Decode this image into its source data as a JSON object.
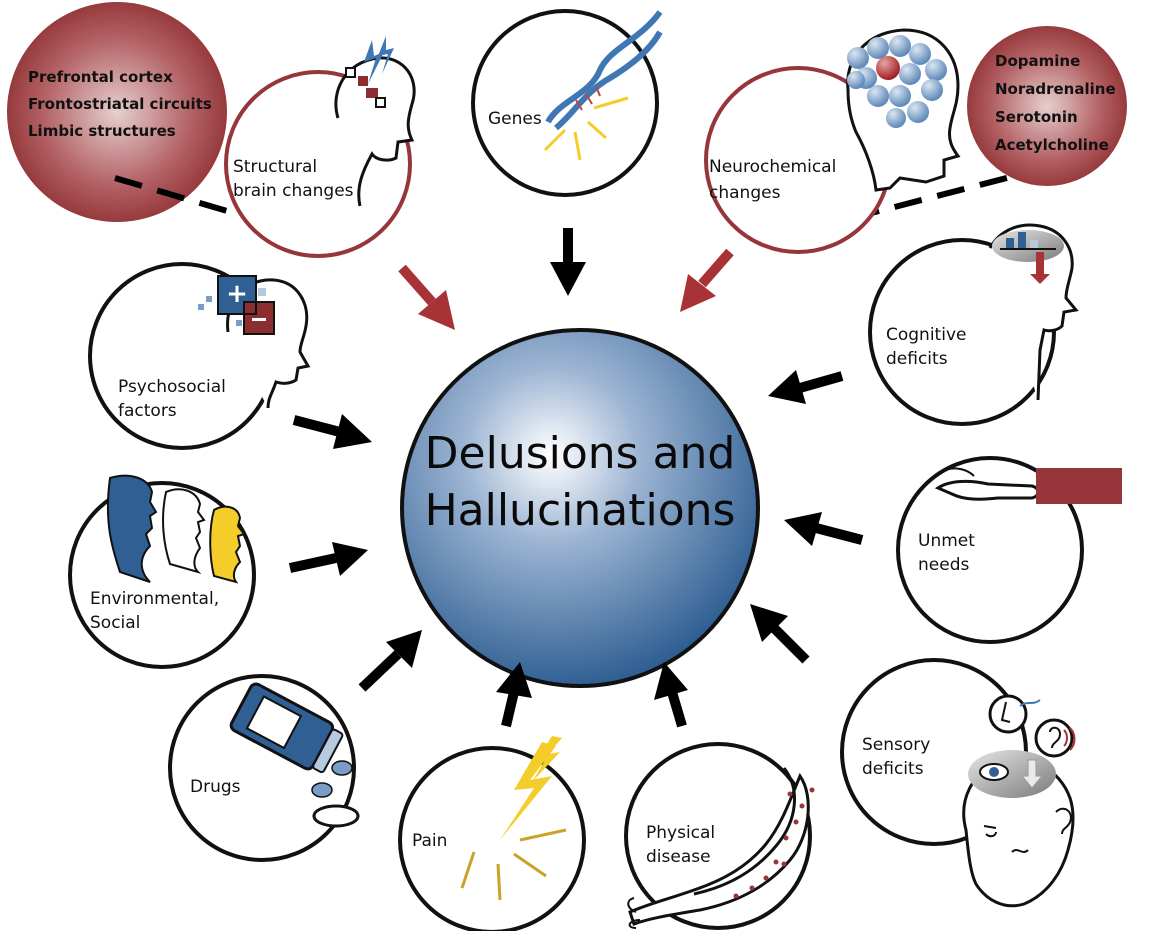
{
  "center": {
    "line1": "Delusions and",
    "line2": "Hallucinations"
  },
  "factors": {
    "structural": {
      "line1": "Structural",
      "line2": "brain changes"
    },
    "genes": {
      "line1": "Genes"
    },
    "neurochemical": {
      "line1": "Neurochemical",
      "line2": "changes"
    },
    "psychosocial": {
      "line1": "Psychosocial",
      "line2": "factors"
    },
    "cognitive": {
      "line1": "Cognitive",
      "line2": "deficits"
    },
    "environmental": {
      "line1": "Environmental,",
      "line2": "Social"
    },
    "unmet": {
      "line1": "Unmet",
      "line2": "needs"
    },
    "drugs": {
      "line1": "Drugs"
    },
    "pain": {
      "line1": "Pain"
    },
    "physical": {
      "line1": "Physical",
      "line2": "disease"
    },
    "sensory": {
      "line1": "Sensory",
      "line2": "deficits"
    }
  },
  "brain_regions": [
    "Prefrontal cortex",
    "Frontostriatal circuits",
    "Limbic structures"
  ],
  "neurotransmitters": [
    "Dopamine",
    "Noradrenaline",
    "Serotonin",
    "Acetylcholine"
  ],
  "colors": {
    "brain_factor_red": "#96363a",
    "dark_red": "#8b2e30",
    "center_blue": "#2f5f93",
    "yellow": "#f5cd2a",
    "arrow_black": "#000000"
  }
}
